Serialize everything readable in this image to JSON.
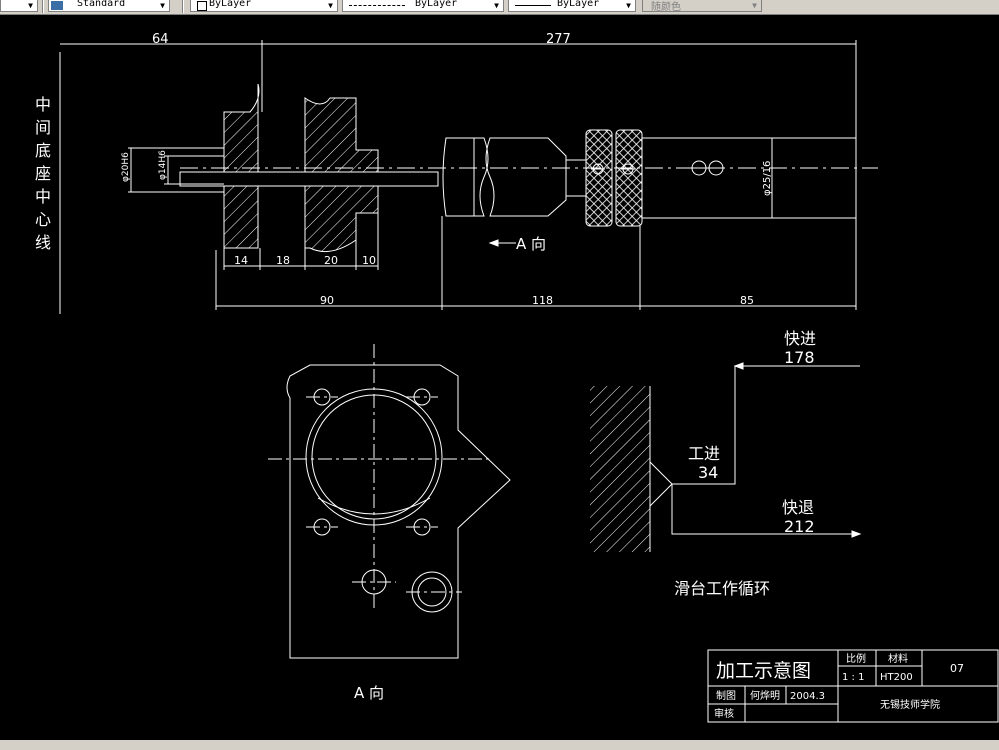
{
  "toolbar": {
    "textstyle": "Standard",
    "layer": "ByLayer",
    "linetype": "ByLayer",
    "lineweight": "ByLayer",
    "color": "随颜色"
  },
  "drawing": {
    "centerline_label": [
      "中",
      "间",
      "底",
      "座",
      "中",
      "心",
      "线"
    ],
    "dims_top": {
      "left": "64",
      "right": "277"
    },
    "dims_small": [
      "14",
      "18",
      "20",
      "10"
    ],
    "dims_bottom": [
      "90",
      "118",
      "85"
    ],
    "diameters": {
      "d20": "φ20H6",
      "d14": "φ14H6",
      "d25": "φ25/16"
    },
    "view_arrow_label": "A 向",
    "view_label": "A 向",
    "cycle": {
      "fast_in_label": "快进",
      "fast_in_value": "178",
      "work_label": "工进",
      "work_value": "34",
      "fast_back_label": "快退",
      "fast_back_value": "212",
      "caption": "滑台工作循环"
    },
    "title_block": {
      "title": "加工示意图",
      "scale_header": "比例",
      "material_header": "材料",
      "scale_value": "1 : 1",
      "material_value": "HT200",
      "sheet_no": "07",
      "drawn_label": "制图",
      "drawn_by": "何烨明",
      "date": "2004.3",
      "review_label": "审核",
      "school": "无锡技师学院"
    }
  }
}
